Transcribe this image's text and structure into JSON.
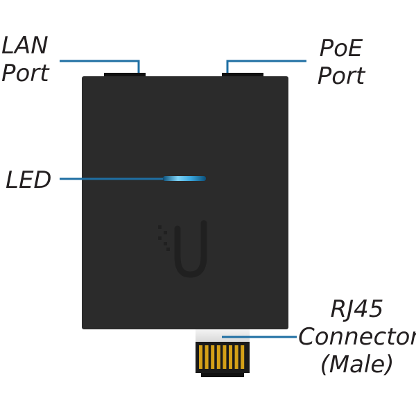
{
  "labels": {
    "lan_port": {
      "line1": "LAN",
      "line2": "Port"
    },
    "poe_port": {
      "line1": "PoE",
      "line2": "Port"
    },
    "led": "LED",
    "rj45": {
      "line1": "RJ45",
      "line2": "Connector",
      "line3": "(Male)"
    }
  },
  "colors": {
    "device_body": "#2b2b2b",
    "leader_line": "#1f6fa3",
    "led_glow": "#3aa7de",
    "connector_pins": "#d4a017",
    "text": "#231f20"
  },
  "icons": {
    "logo": "ubiquiti-u-logo-icon"
  }
}
